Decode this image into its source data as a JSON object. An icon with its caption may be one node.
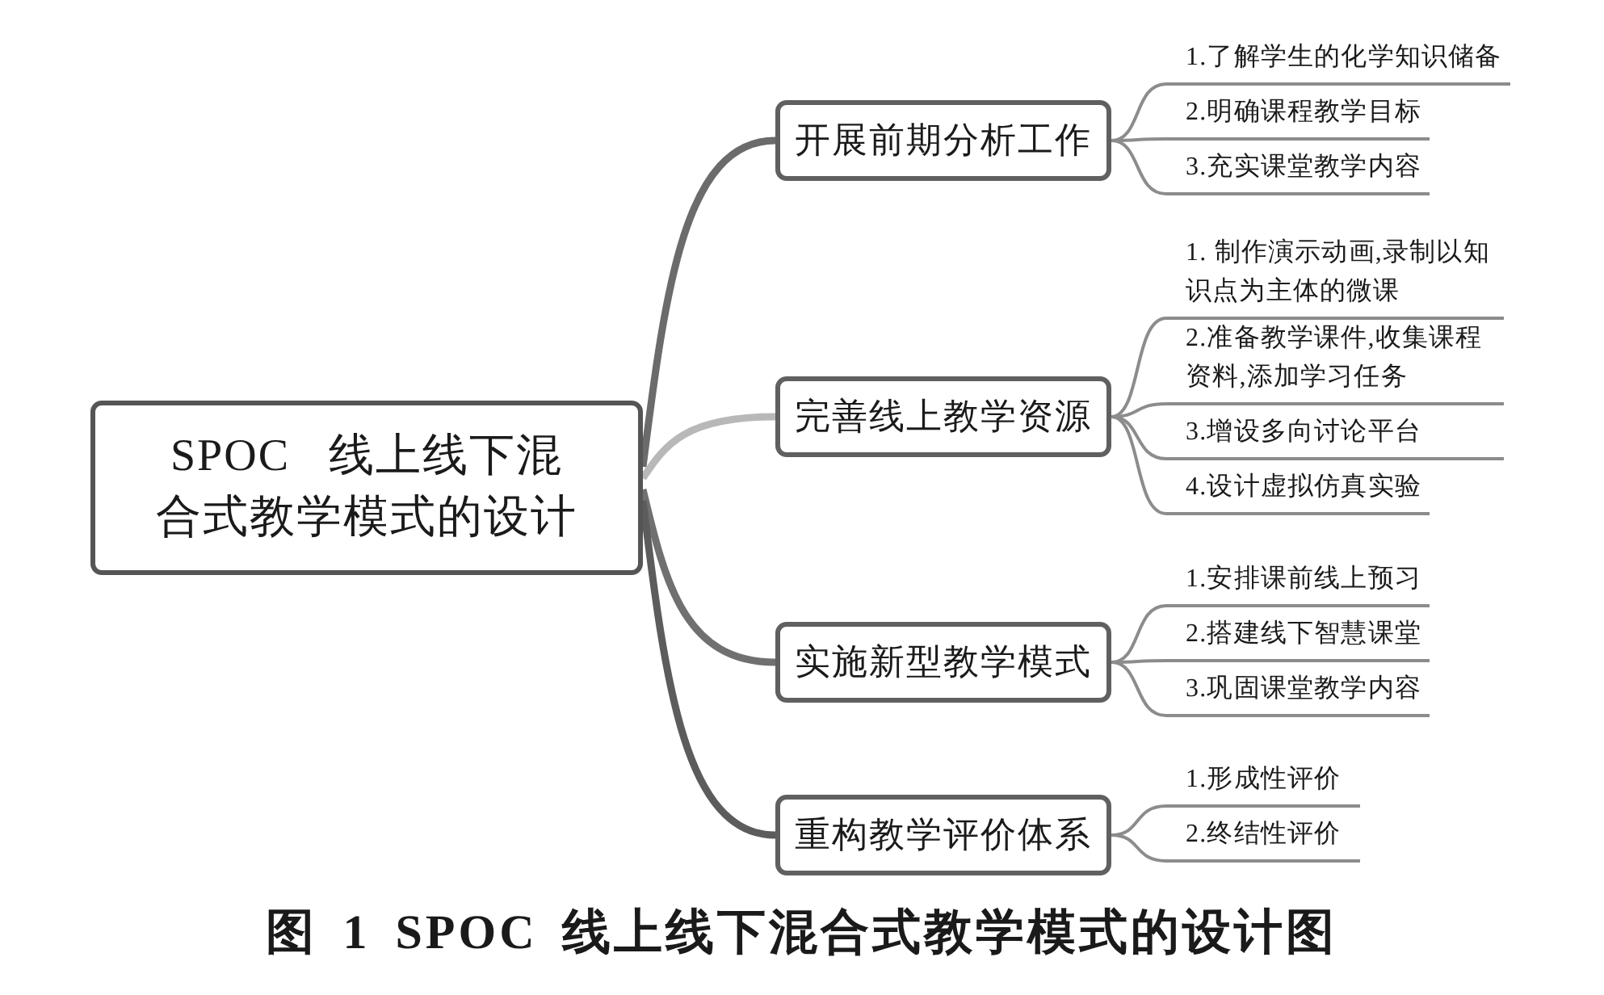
{
  "diagram": {
    "caption": "图 1 SPOC 线上线下混合式教学模式的设计图",
    "nodes": [
      {
        "text": [
          "SPOC 线上线下混合式教学模式的设计"
        ]
      },
      {
        "text": [
          "开展前期分析工作"
        ]
      },
      {
        "text": [
          "1.了解学生的化学知识储备"
        ]
      },
      {
        "text": [
          "2.明确课程教学目标"
        ]
      },
      {
        "text": [
          "3.充实课堂教学内容"
        ]
      },
      {
        "text": [
          "完善线上教学资源"
        ]
      },
      {
        "text": [
          "1. 制作演示动画,录制以知识点为主体的微课"
        ]
      },
      {
        "text": [
          "2.准备教学课件,收集课程资料,添加学习任务"
        ]
      },
      {
        "text": [
          "3.增设多向讨论平台"
        ]
      },
      {
        "text": [
          "4.设计虚拟仿真实验"
        ]
      },
      {
        "text": [
          "实施新型教学模式"
        ]
      },
      {
        "text": [
          "1.安排课前线上预习"
        ]
      },
      {
        "text": [
          "2.搭建线下智慧课堂"
        ]
      },
      {
        "text": [
          "3.巩固课堂教学内容"
        ]
      },
      {
        "text": [
          "重构教学评价体系"
        ]
      },
      {
        "text": [
          "1.形成性评价"
        ]
      },
      {
        "text": [
          "2.终结性评价"
        ]
      }
    ],
    "edges": [
      {
        "from": 0,
        "to": 1,
        "arrow": "none",
        "style": "thick",
        "color": "#6b6b6b"
      },
      {
        "from": 0,
        "to": 5,
        "arrow": "none",
        "style": "thick",
        "color": "#b8b8b8"
      },
      {
        "from": 0,
        "to": 10,
        "arrow": "none",
        "style": "thick",
        "color": "#707070"
      },
      {
        "from": 0,
        "to": 14,
        "arrow": "none",
        "style": "thick",
        "color": "#5c5c5c"
      },
      {
        "from": 1,
        "to": 2,
        "arrow": "none"
      },
      {
        "from": 1,
        "to": 3,
        "arrow": "none"
      },
      {
        "from": 1,
        "to": 4,
        "arrow": "none"
      },
      {
        "from": 5,
        "to": 6,
        "arrow": "none"
      },
      {
        "from": 5,
        "to": 7,
        "arrow": "none"
      },
      {
        "from": 5,
        "to": 8,
        "arrow": "none"
      },
      {
        "from": 5,
        "to": 9,
        "arrow": "none"
      },
      {
        "from": 10,
        "to": 11,
        "arrow": "none"
      },
      {
        "from": 10,
        "to": 12,
        "arrow": "none"
      },
      {
        "from": 10,
        "to": 13,
        "arrow": "none"
      },
      {
        "from": 14,
        "to": 15,
        "arrow": "none"
      },
      {
        "from": 14,
        "to": 16,
        "arrow": "none"
      }
    ]
  }
}
